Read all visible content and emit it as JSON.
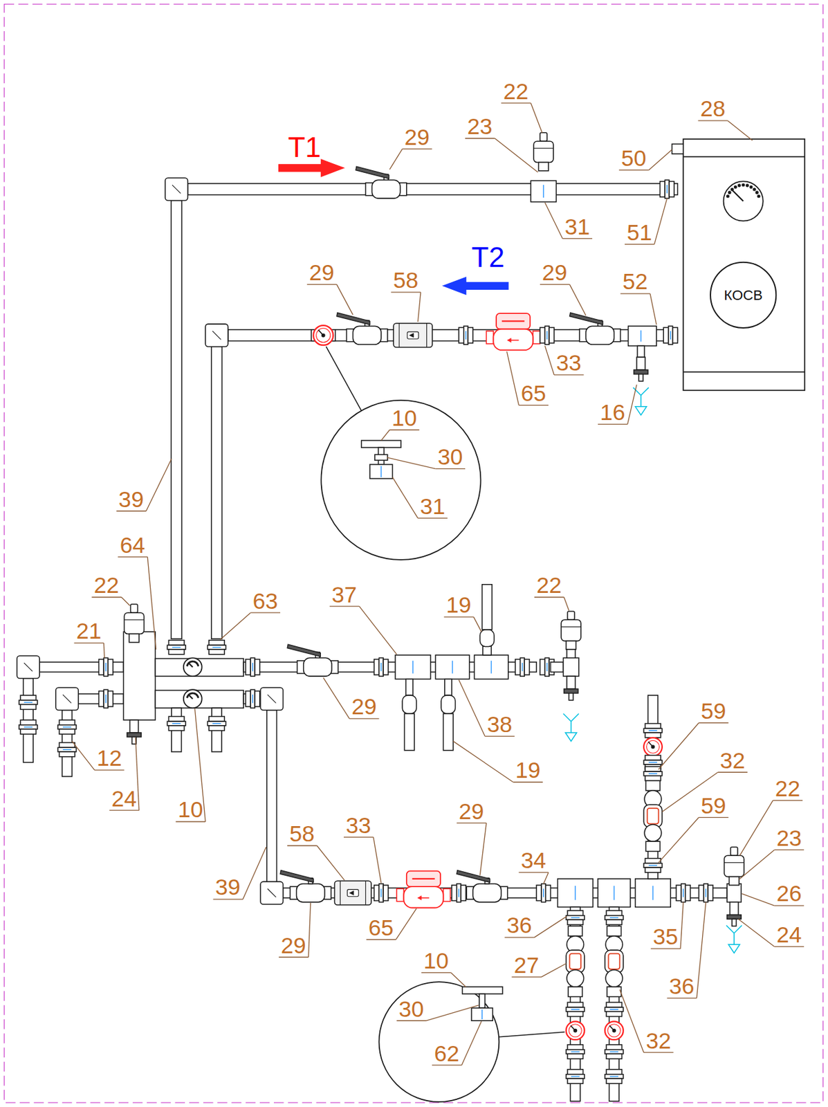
{
  "diagram": {
    "nodes": [
      {
        "text": [
          "КОСВ"
        ]
      }
    ],
    "labels": [
      "22",
      "28",
      "23",
      "T1",
      "29",
      "50",
      "31",
      "51",
      "29",
      "58",
      "T2",
      "29",
      "52",
      "33",
      "65",
      "16",
      "10",
      "30",
      "31",
      "39",
      "64",
      "22",
      "63",
      "37",
      "19",
      "22",
      "21",
      "29",
      "38",
      "19",
      "12",
      "24",
      "10",
      "59",
      "32",
      "22",
      "59",
      "23",
      "39",
      "58",
      "33",
      "29",
      "34",
      "26",
      "29",
      "65",
      "36",
      "35",
      "24",
      "27",
      "36",
      "10",
      "30",
      "32",
      "62"
    ]
  }
}
